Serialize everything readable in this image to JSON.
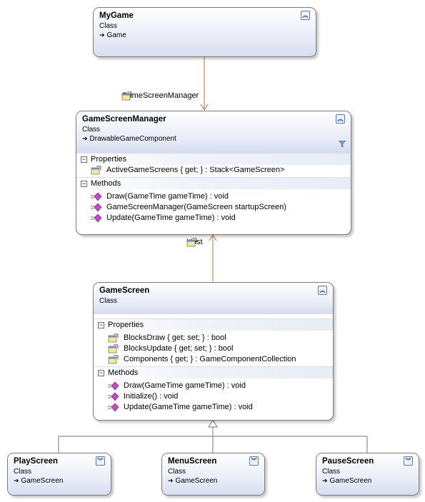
{
  "colors": {
    "association": "#c8916a",
    "inheritance": "#8f8f8f",
    "header_gradient": "#d6ddf0",
    "method_icon": "#b03fb0"
  },
  "classes": {
    "mygame": {
      "name": "MyGame",
      "stereotype": "Class",
      "base": "Game",
      "toggle": "collapse-icon"
    },
    "gsm": {
      "name": "GameScreenManager",
      "stereotype": "Class",
      "base": "DrawableGameComponent",
      "properties_label": "Properties",
      "properties": [
        "ActiveGameScreens { get; } : Stack<GameScreen>"
      ],
      "methods_label": "Methods",
      "methods": [
        "Draw(GameTime gameTime) : void",
        "GameScreenManager(GameScreen startupScreen)",
        "Update(GameTime gameTime) : void"
      ]
    },
    "gamescreen": {
      "name": "GameScreen",
      "stereotype": "Class",
      "properties_label": "Properties",
      "properties": [
        "BlocksDraw { get; set; } : bool",
        "BlocksUpdate { get; set; } : bool",
        "Components { get; } : GameComponentCollection"
      ],
      "methods_label": "Methods",
      "methods": [
        "Draw(GameTime gameTime) : void",
        "Initialize() : void",
        "Update(GameTime gameTime) : void"
      ]
    },
    "playscreen": {
      "name": "PlayScreen",
      "stereotype": "Class",
      "base": "GameScreen",
      "toggle": "expand-icon"
    },
    "menuscreen": {
      "name": "MenuScreen",
      "stereotype": "Class",
      "base": "GameScreen",
      "toggle": "expand-icon"
    },
    "pausescreen": {
      "name": "PauseScreen",
      "stereotype": "Class",
      "base": "GameScreen",
      "toggle": "expand-icon"
    }
  },
  "associations": {
    "gsm_label": "GameScreenManager",
    "host_label": "Host"
  },
  "icons": {
    "property": "property-icon",
    "method": "method-icon",
    "inherit_arrow": "inherits-arrow-icon",
    "filter": "filter-icon"
  }
}
